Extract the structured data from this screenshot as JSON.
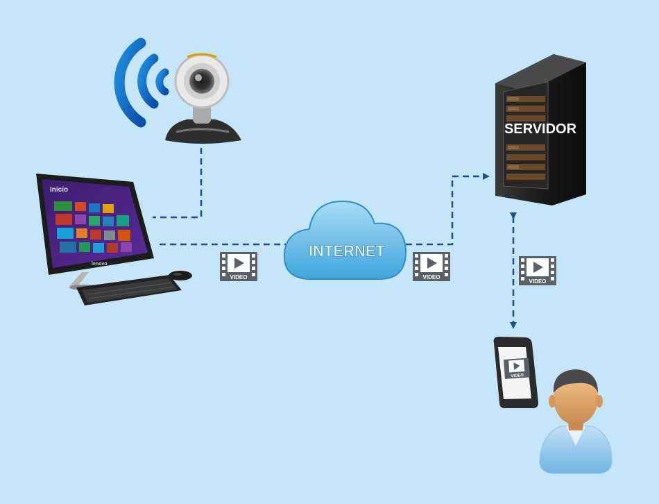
{
  "colors": {
    "background": "#c5e5f8",
    "connector": "#1c4f8c",
    "cloud": "#6fc2ea",
    "server_body": "#1f1f1f",
    "film": "#5a6068"
  },
  "icons": {
    "webcam": "webcam-icon",
    "wifi": "wifi-signal-icon",
    "computer": "all-in-one-computer-icon",
    "cloud": "cloud-icon",
    "server": "server-rack-icon",
    "phone": "smartphone-icon",
    "user": "user-avatar-icon",
    "video": "video-film-icon"
  },
  "nodes": {
    "computer_screen_text": "Inicio",
    "computer_brand": "lenovo",
    "internet_label": "INTERNET",
    "server_label": "SERVIDOR"
  },
  "video_badges": [
    {
      "id": "badge-pc-internet",
      "label": "VIDEO"
    },
    {
      "id": "badge-internet-server",
      "label": "VIDEO"
    },
    {
      "id": "badge-server-phone",
      "label": "VIDEO"
    }
  ],
  "phone_screen_label": "VIDEO"
}
